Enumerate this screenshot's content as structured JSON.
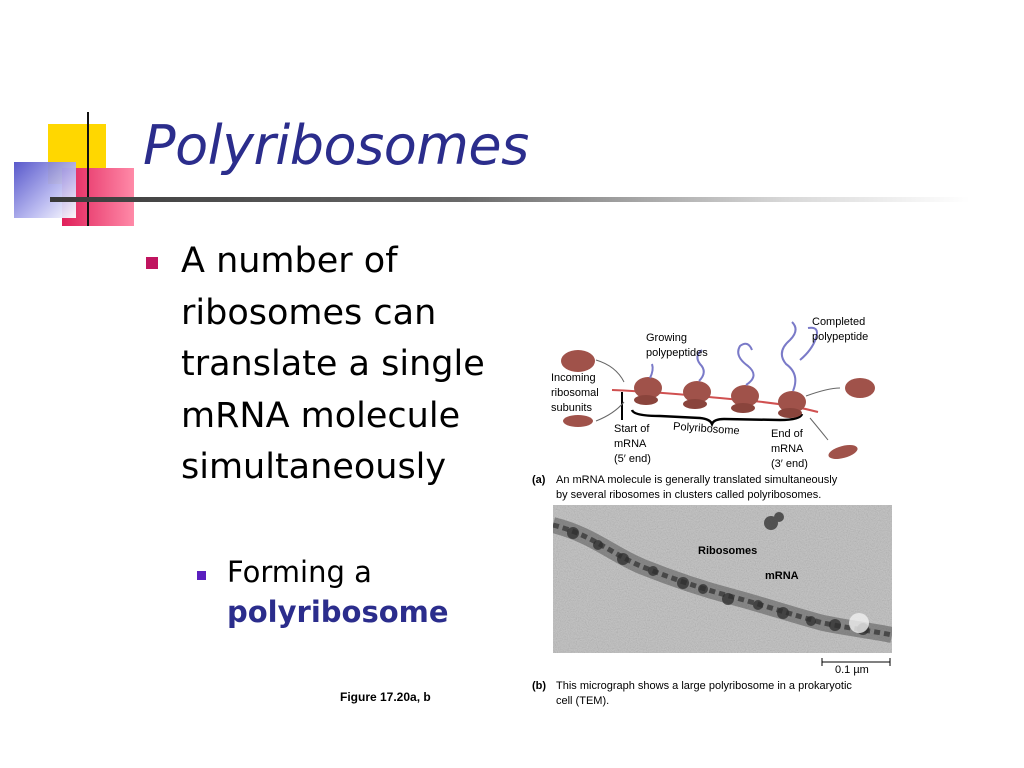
{
  "slide": {
    "title": "Polyribosomes",
    "bullet": "A number of ribosomes can translate a single mRNA molecule simultaneously",
    "sub_bullet_prefix": "Forming a",
    "sub_bullet_bold": "polyribosome",
    "figure_ref": "Figure 17.20a, b"
  },
  "diagram": {
    "label_completed": [
      "Completed",
      "polypeptide"
    ],
    "label_growing": [
      "Growing",
      "polypeptides"
    ],
    "label_incoming": [
      "Incoming",
      "ribosomal",
      "subunits"
    ],
    "label_start": [
      "Start of",
      "mRNA",
      "(5′ end)"
    ],
    "label_polyribosome": "Polyribosome",
    "label_end": [
      "End of",
      "mRNA",
      "(3′ end)"
    ],
    "caption_a_letter": "(a)",
    "caption_a": [
      "An mRNA molecule is generally translated simultaneously",
      "by several ribosomes in clusters called polyribosomes."
    ],
    "micro_label_ribosomes": "Ribosomes",
    "micro_label_mrna": "mRNA",
    "scale_bar": "0.1 µm",
    "caption_b_letter": "(b)",
    "caption_b": [
      "This micrograph shows a large polyribosome in a prokaryotic",
      "cell (TEM)."
    ]
  },
  "colors": {
    "title": "#2b2d8c",
    "bullet_square": "#c0145f",
    "sub_bullet_square": "#5a1fbf",
    "ribosome": "#a0524a",
    "mrna_line": "#d05050",
    "polypeptide": "#7a7ac8"
  }
}
